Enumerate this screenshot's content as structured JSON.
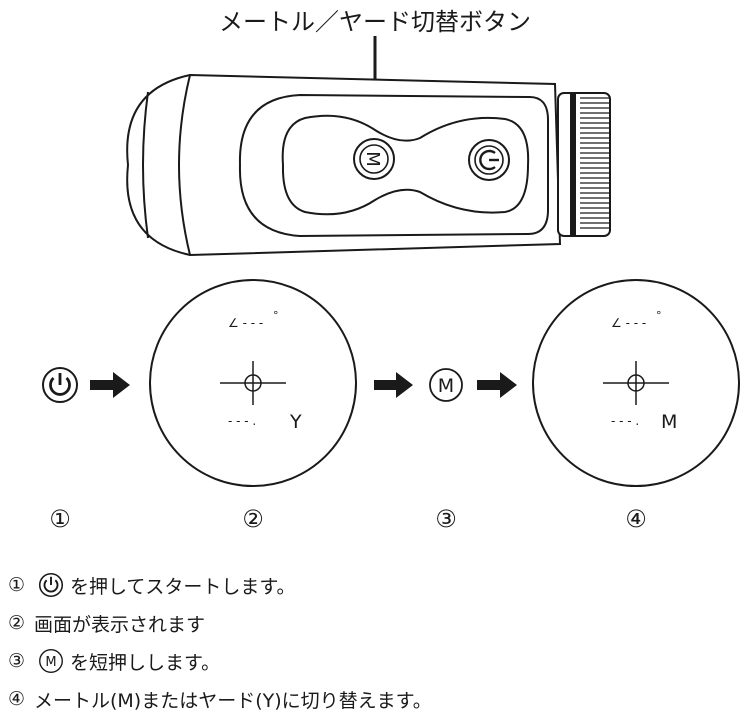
{
  "callout_label": "メートル／ヤード切替ボタン",
  "device": {
    "mode_button_letter": "M",
    "colors": {
      "line": "#1a1a1a",
      "background": "#ffffff"
    }
  },
  "flow": {
    "screen_a_unit": "Y",
    "screen_b_unit": "M",
    "mode_letter": "M",
    "step_numbers": [
      "①",
      "②",
      "③",
      "④"
    ]
  },
  "instructions": [
    {
      "num": "①",
      "pre": "",
      "icon": "power-icon",
      "post": "を押してスタートします。"
    },
    {
      "num": "②",
      "pre": "画面が表示されます",
      "icon": "",
      "post": ""
    },
    {
      "num": "③",
      "pre": "",
      "icon": "mode-m-icon",
      "post": "を短押しします。"
    },
    {
      "num": "④",
      "pre": "メートル(M)またはヤード(Y)に切り替えます。",
      "icon": "",
      "post": ""
    }
  ]
}
